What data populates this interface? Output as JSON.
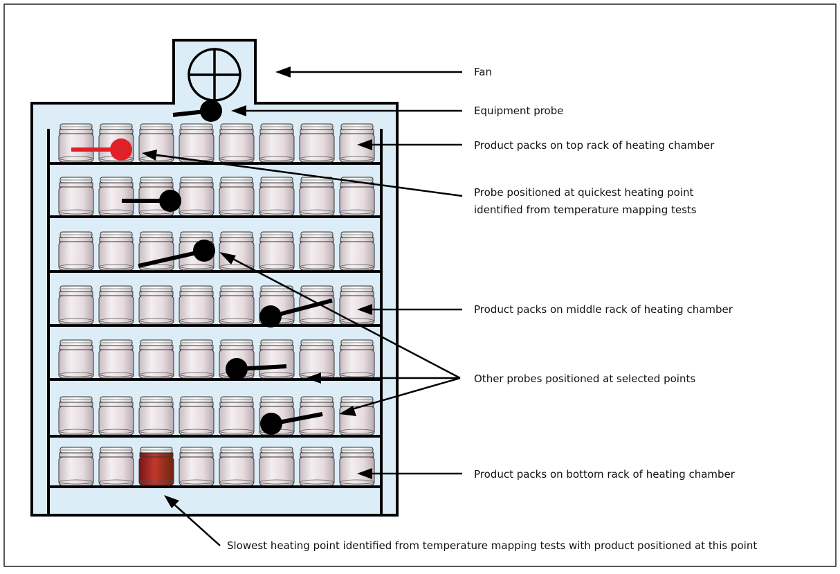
{
  "labels": {
    "fan": "Fan",
    "equipment_probe": "Equipment probe",
    "top_rack": "Product packs on top rack of heating chamber",
    "quickest_line1": "Probe positioned at quickest heating point",
    "quickest_line2": "identified from temperature mapping tests",
    "middle_rack": "Product packs on middle rack of heating chamber",
    "other_probes": "Other probes positioned at selected points",
    "bottom_rack": "Product packs on bottom rack of heating chamber",
    "slowest": "Slowest heating point identified from temperature mapping tests with product positioned at this point"
  },
  "diagram": {
    "racks": 7,
    "jars_per_rack": 8,
    "slowest_jar": {
      "rack": 7,
      "position": 3
    },
    "colors": {
      "chamber_fill": "#dcedf7",
      "jar_fill": "#eadfe3",
      "slowest_jar_fill": "#a8322f",
      "quickest_probe": "#e02027",
      "probe": "#000000"
    }
  }
}
